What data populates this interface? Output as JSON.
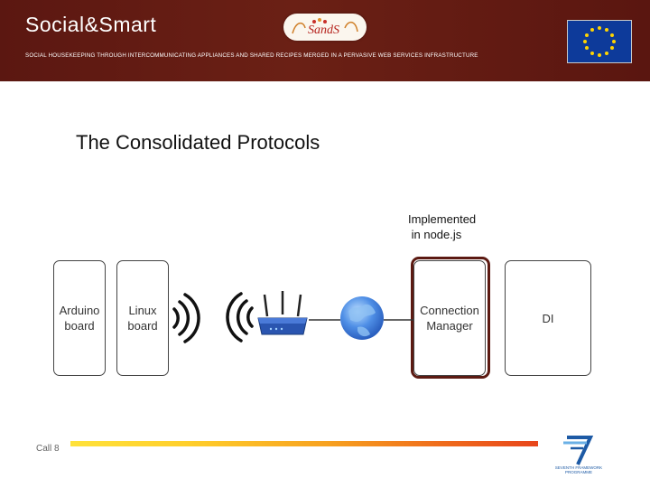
{
  "header": {
    "brand": "Social&Smart",
    "tagline": "SOCIAL HOUSEKEEPING THROUGH INTERCOMMUNICATING APPLIANCES AND SHARED RECIPES MERGED IN A PERVASIVE WEB SERVICES INFRASTRUCTURE",
    "logo_text": "SandS",
    "colors": {
      "header_bg": "#5b1711",
      "eu_blue": "#0d3a9a",
      "eu_star": "#ffd400"
    }
  },
  "slide": {
    "title": "The Consolidated Protocols",
    "annotation": [
      "Implemented",
      " in node.js"
    ]
  },
  "diagram": {
    "nodes": [
      {
        "id": "arduino",
        "label": "Arduino\nboard"
      },
      {
        "id": "linux",
        "label": "Linux\nboard"
      },
      {
        "id": "wireless",
        "icon": "wireless-signal-icon"
      },
      {
        "id": "router",
        "icon": "router-icon"
      },
      {
        "id": "internet",
        "icon": "globe-icon"
      },
      {
        "id": "connection-manager",
        "label": "Connection\nManager",
        "highlight_color": "#5c1a12"
      },
      {
        "id": "di",
        "label": "DI"
      }
    ],
    "edges": [
      [
        "router",
        "internet"
      ],
      [
        "internet",
        "connection-manager"
      ]
    ]
  },
  "footer": {
    "call": "Call 8",
    "fp7_text": [
      "SEVENTH FRAMEWORK",
      "PROGRAMME"
    ]
  }
}
